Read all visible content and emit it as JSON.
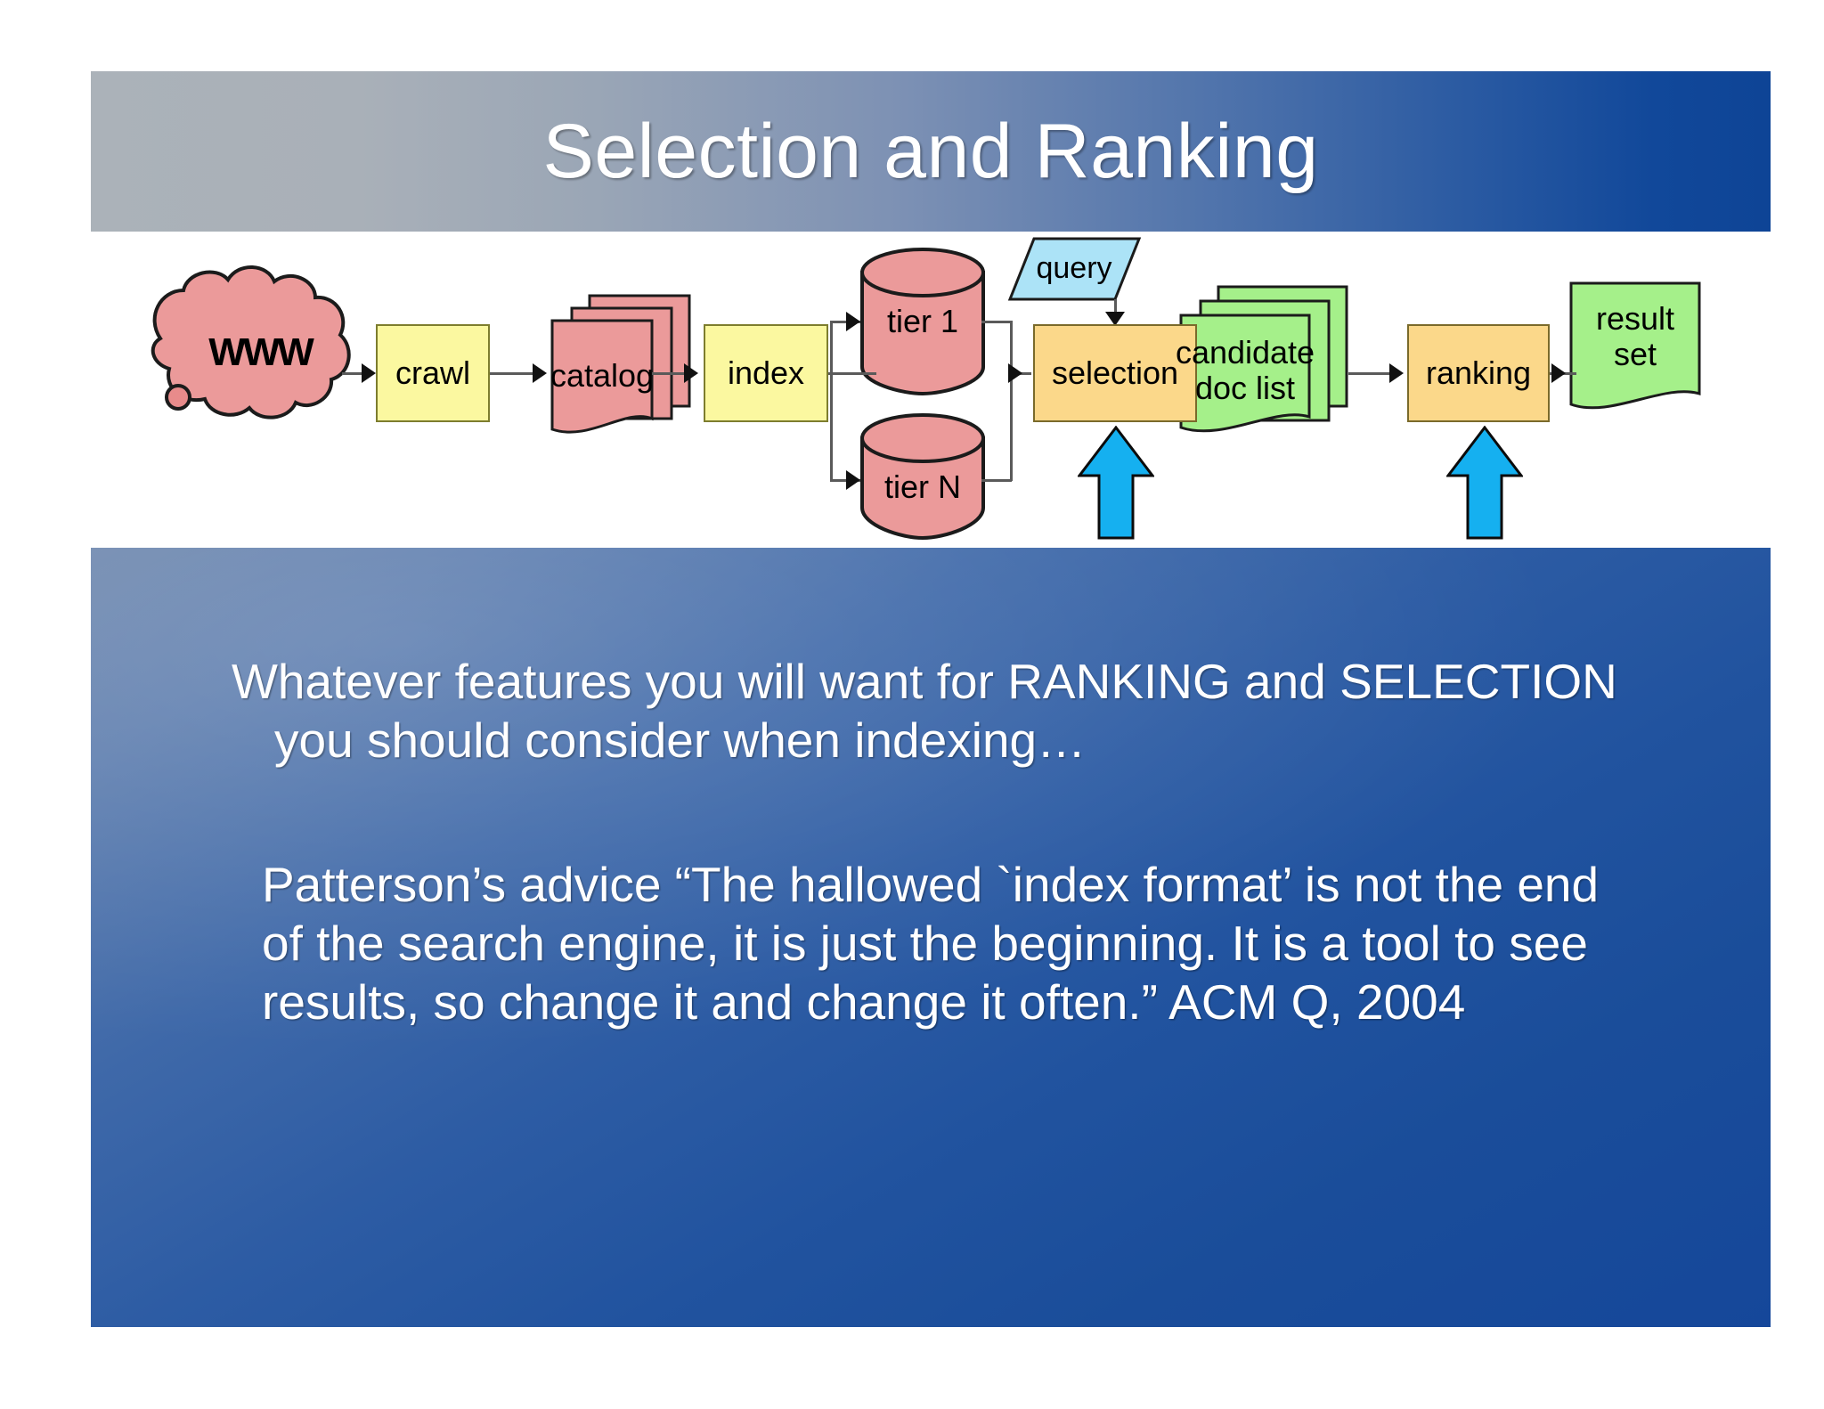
{
  "slide": {
    "title": "Selection and Ranking",
    "body": {
      "paragraph_1": "Whatever features you will want for RANKING and SELECTION you should consider  when indexing…",
      "paragraph_2": "Patterson’s advice “The hallowed `index format’ is not the end of the search engine, it is just the beginning. It is a tool to see results, so change it and change it often.”  ACM Q, 2004"
    },
    "colors": {
      "title_band_left": "#abb2b9",
      "title_band_right": "#0e4496",
      "body_band_top": "#6c86ad",
      "body_band_bottom": "#15479a",
      "text": "#ffffff",
      "node_yellow": "#fbf8a0",
      "node_orange": "#fbd88a",
      "node_pink": "#eb9a9a",
      "node_green": "#a5f08a",
      "node_lightblue": "#ace3f7",
      "highlight_arrow": "#15b0f0"
    }
  },
  "diagram": {
    "name": "search-engine-pipeline",
    "nodes": [
      {
        "id": "www",
        "label": "WWW",
        "shape": "cloud",
        "fill": "#eb9a9a"
      },
      {
        "id": "crawl",
        "label": "crawl",
        "shape": "rectangle",
        "fill": "#fbf8a0"
      },
      {
        "id": "catalog",
        "label": "catalog",
        "shape": "document-stack",
        "fill": "#eb9a9a"
      },
      {
        "id": "index",
        "label": "index",
        "shape": "rectangle",
        "fill": "#fbf8a0"
      },
      {
        "id": "tier1",
        "label": "tier 1",
        "shape": "cylinder",
        "fill": "#eb9a9a"
      },
      {
        "id": "tierN",
        "label": "tier N",
        "shape": "cylinder",
        "fill": "#eb9a9a"
      },
      {
        "id": "query",
        "label": "query",
        "shape": "parallelogram",
        "fill": "#ace3f7"
      },
      {
        "id": "selection",
        "label": "selection",
        "shape": "rectangle",
        "fill": "#fbd88a"
      },
      {
        "id": "candidate",
        "label": "candidate\ndoc list",
        "shape": "document-stack",
        "fill": "#a5f08a"
      },
      {
        "id": "ranking",
        "label": "ranking",
        "shape": "rectangle",
        "fill": "#fbd88a"
      },
      {
        "id": "result",
        "label": "result\nset",
        "shape": "document",
        "fill": "#a5f08a"
      }
    ],
    "edges": [
      {
        "from": "www",
        "to": "crawl"
      },
      {
        "from": "crawl",
        "to": "catalog"
      },
      {
        "from": "catalog",
        "to": "index"
      },
      {
        "from": "index",
        "to": "tier1"
      },
      {
        "from": "index",
        "to": "tierN"
      },
      {
        "from": "tier1",
        "to": "selection"
      },
      {
        "from": "tierN",
        "to": "selection"
      },
      {
        "from": "query",
        "to": "selection"
      },
      {
        "from": "selection",
        "to": "candidate"
      },
      {
        "from": "candidate",
        "to": "ranking"
      },
      {
        "from": "ranking",
        "to": "result"
      }
    ],
    "highlights": [
      {
        "target": "selection",
        "marker": "blue-up-arrow"
      },
      {
        "target": "ranking",
        "marker": "blue-up-arrow"
      }
    ]
  }
}
